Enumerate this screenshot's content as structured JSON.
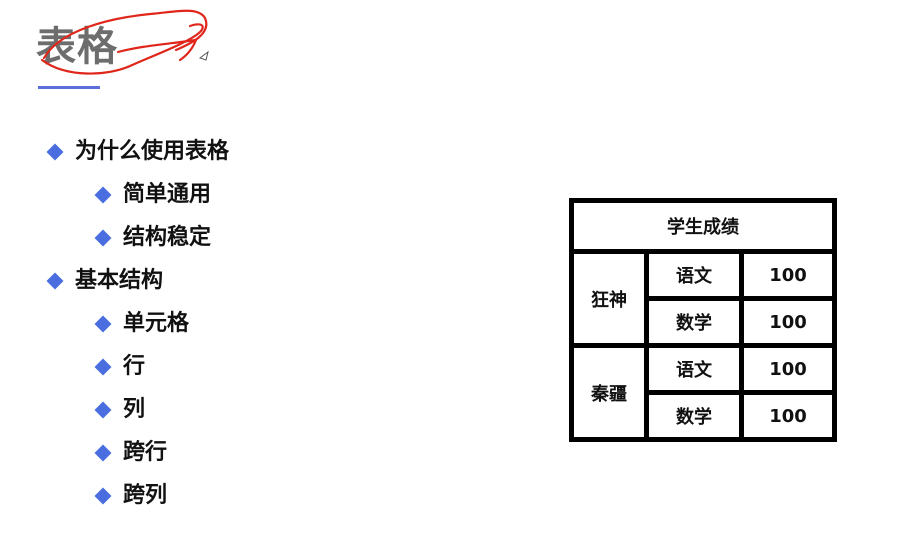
{
  "slide": {
    "title": "表格",
    "bullets": [
      {
        "level": 1,
        "text": "为什么使用表格"
      },
      {
        "level": 2,
        "text": "简单通用"
      },
      {
        "level": 2,
        "text": "结构稳定"
      },
      {
        "level": 1,
        "text": "基本结构"
      },
      {
        "level": 2,
        "text": "单元格"
      },
      {
        "level": 2,
        "text": "行"
      },
      {
        "level": 2,
        "text": "列"
      },
      {
        "level": 2,
        "text": "跨行"
      },
      {
        "level": 2,
        "text": "跨列"
      }
    ]
  },
  "table": {
    "caption": "学生成绩",
    "groups": [
      {
        "name": "狂神",
        "rows": [
          {
            "subject": "语文",
            "score": "100"
          },
          {
            "subject": "数学",
            "score": "100"
          }
        ]
      },
      {
        "name": "秦疆",
        "rows": [
          {
            "subject": "语文",
            "score": "100"
          },
          {
            "subject": "数学",
            "score": "100"
          }
        ]
      }
    ]
  },
  "colors": {
    "bullet": "#4a6ee0",
    "title": "#6d6d6d",
    "underline": "#5a6fd8",
    "annotation": "#e0261b"
  }
}
